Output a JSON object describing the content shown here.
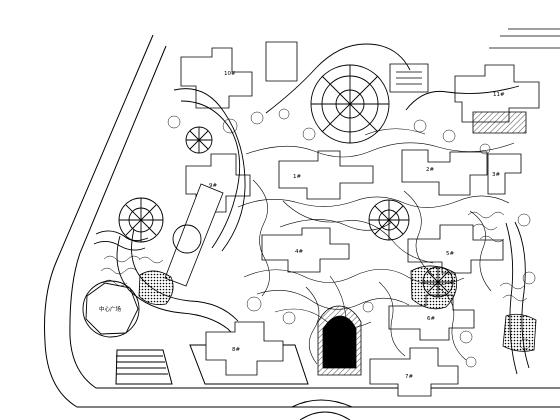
{
  "plan": {
    "line_color": "#000000",
    "background": "#ffffff",
    "labels": {
      "round_plaza": "中心广场",
      "building_a": "1#",
      "building_b": "2#",
      "building_c": "3#",
      "building_d": "4#",
      "building_e": "5#",
      "building_f": "6#",
      "building_g": "7#",
      "building_h": "8#",
      "building_i": "9#",
      "building_j": "10#",
      "building_k": "11#"
    }
  }
}
